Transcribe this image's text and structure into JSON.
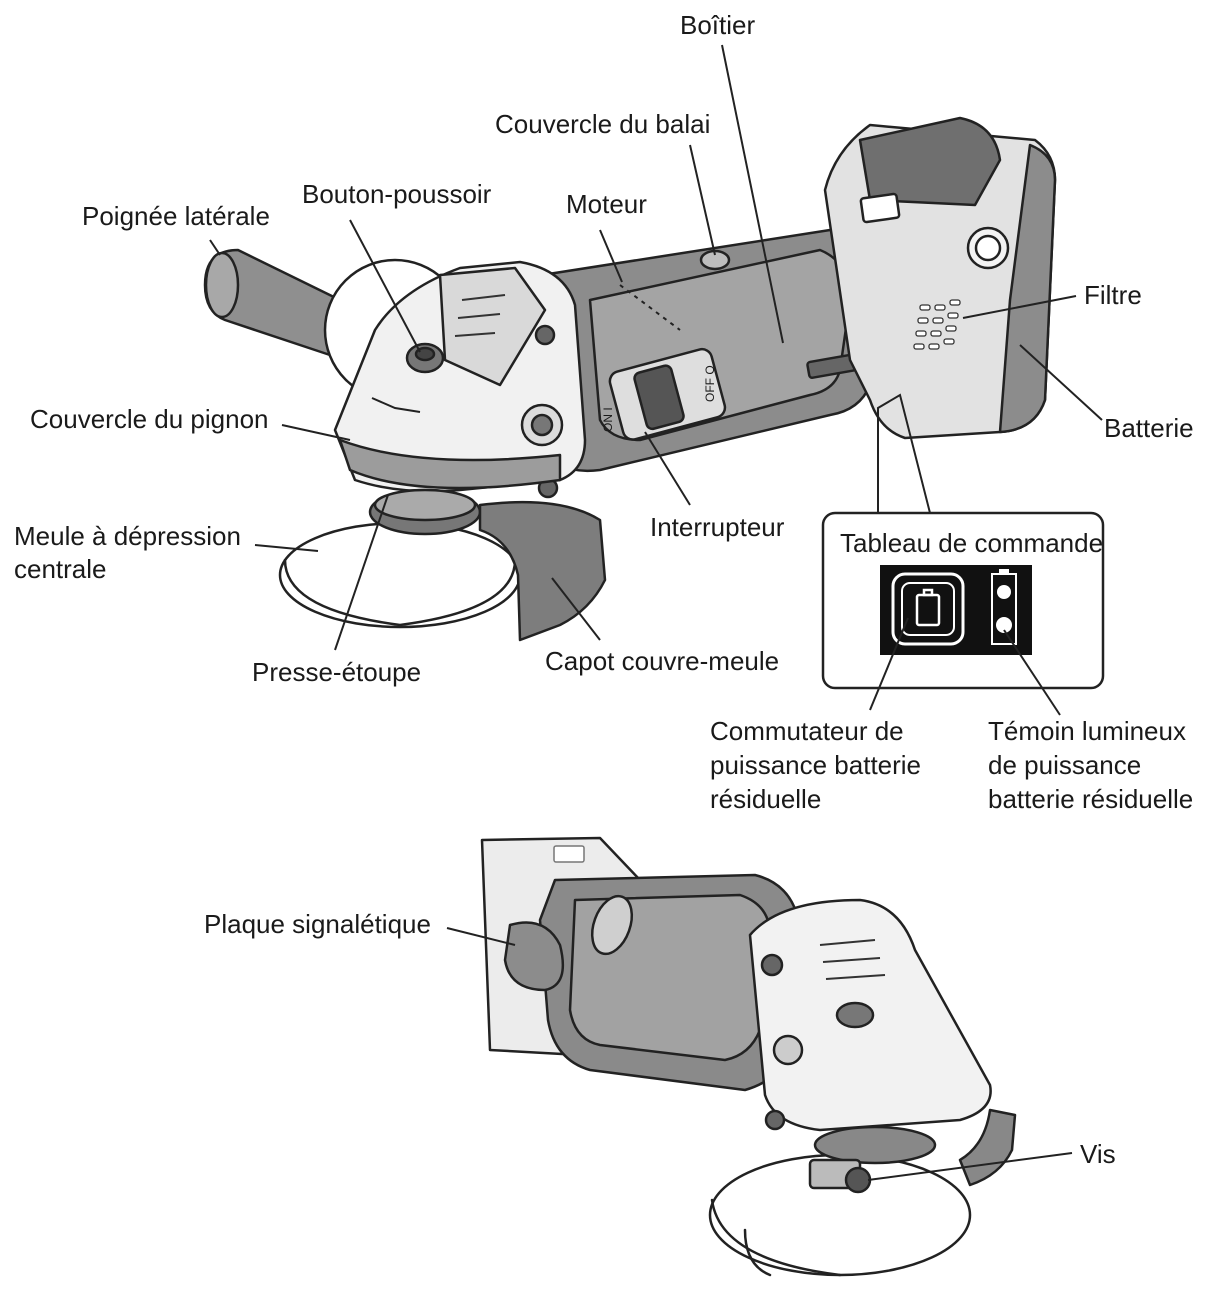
{
  "labels": {
    "boitier": "Boîtier",
    "couvercle_balai": "Couvercle du balai",
    "bouton_poussoir": "Bouton-poussoir",
    "moteur": "Moteur",
    "poignee_laterale": "Poignée latérale",
    "filtre": "Filtre",
    "couvercle_pignon": "Couvercle du pignon",
    "batterie": "Batterie",
    "interrupteur": "Interrupteur",
    "meule_line1": "Meule à dépression",
    "meule_line2": "centrale",
    "tableau_commande": "Tableau de commande",
    "presse_etoupe": "Presse-étoupe",
    "capot": "Capot couvre-meule",
    "commutateur_line1": "Commutateur de",
    "commutateur_line2": "puissance batterie",
    "commutateur_line3": "résiduelle",
    "temoin_line1": "Témoin lumineux",
    "temoin_line2": "de puissance",
    "temoin_line3": "batterie résiduelle",
    "plaque": "Plaque signalétique",
    "vis": "Vis"
  },
  "switch_markings": {
    "on": "ON I",
    "off": "OFF O"
  },
  "colors": {
    "line": "#222222",
    "body_dark": "#8c8c8c",
    "body_mid": "#b9b9b9",
    "body_light": "#dcdcdc",
    "white": "#ffffff",
    "panel_black": "#111111"
  }
}
